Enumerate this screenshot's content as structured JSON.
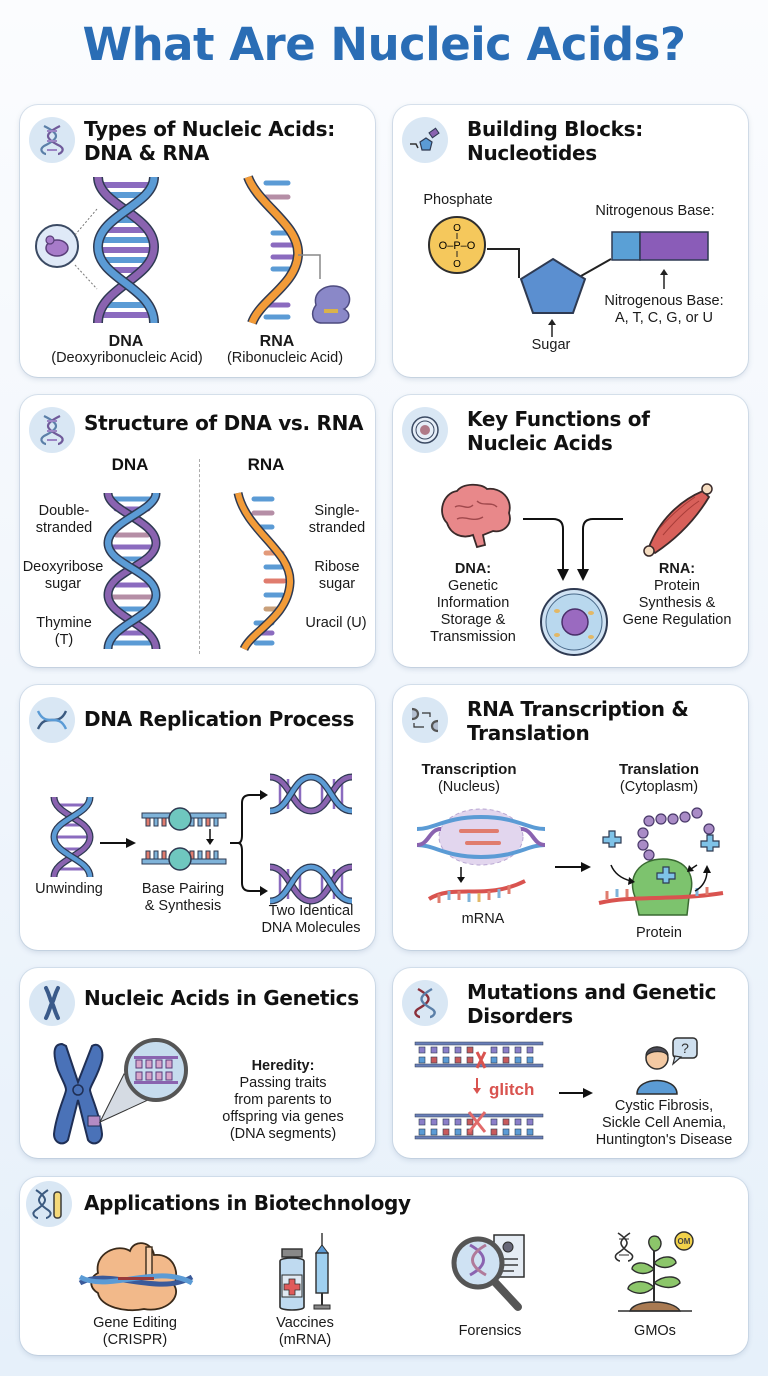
{
  "title": "What Are Nucleic Acids?",
  "colors": {
    "title": "#2a6db5",
    "dna_blue": "#5b9bd5",
    "dna_purple": "#8a63b0",
    "rna_orange": "#f29b38",
    "phosphate_yellow": "#f5c85c",
    "mutation_red": "#d9534f",
    "icon_bg": "#d9e7f4"
  },
  "cards": {
    "types": {
      "title_line1": "Types of Nucleic Acids:",
      "title_line2": "DNA & RNA",
      "icon": "dna-helix-icon",
      "dna_label": "DNA",
      "dna_full": "(Deoxyribonucleic Acid)",
      "rna_label": "RNA",
      "rna_full": "(Ribonucleic Acid)"
    },
    "building_blocks": {
      "title_line1": "Building Blocks:",
      "title_line2": "Nucleotides",
      "icon": "nucleotide-icon",
      "phosphate_label": "Phosphate",
      "phosphate_symbol": "P",
      "phosphate_o": "O",
      "base_label_top": "Nitrogenous Base:",
      "base_label_bottom_1": "Nitrogenous Base:",
      "base_label_bottom_2": "A, T, C, G, or U",
      "sugar_label": "Sugar"
    },
    "structure": {
      "title": "Structure of DNA vs. RNA",
      "icon": "dna-helix-icon",
      "dna_heading": "DNA",
      "rna_heading": "RNA",
      "dna_features": [
        {
          "line1": "Double-",
          "line2": "stranded"
        },
        {
          "line1": "Deoxyribose",
          "line2": "sugar"
        },
        {
          "line1": "Thymine",
          "line2": "(T)"
        }
      ],
      "rna_features": [
        {
          "line1": "Single-",
          "line2": "stranded"
        },
        {
          "line1": "Ribose",
          "line2": "sugar"
        },
        {
          "line1": "Uracil (U)",
          "line2": ""
        }
      ]
    },
    "functions": {
      "title_line1": "Key Functions of",
      "title_line2": "Nucleic Acids",
      "icon": "cell-icon",
      "dna_heading": "DNA:",
      "dna_lines": [
        "Genetic",
        "Information",
        "Storage &",
        "Transmission"
      ],
      "rna_heading": "RNA:",
      "rna_lines": [
        "Protein",
        "Synthesis &",
        "Gene Regulation"
      ]
    },
    "replication": {
      "title": "DNA Replication Process",
      "icon": "dna-helix-icon",
      "step1": "Unwinding",
      "step2_line1": "Base Pairing",
      "step2_line2": "& Synthesis",
      "step3_line1": "Two Identical",
      "step3_line2": "DNA Molecules"
    },
    "transcription": {
      "title_line1": "RNA Transcription &",
      "title_line2": "Translation",
      "icon": "transcription-arrows-icon",
      "left_heading": "Transcription",
      "left_sub": "(Nucleus)",
      "left_caption": "mRNA",
      "right_heading": "Translation",
      "right_sub": "(Cytoplasm)",
      "right_caption": "Protein"
    },
    "genetics": {
      "title": "Nucleic Acids in Genetics",
      "icon": "chromosome-icon",
      "heading": "Heredity:",
      "lines": [
        "Passing traits",
        "from parents to",
        "offspring via genes",
        "(DNA segments)"
      ]
    },
    "mutations": {
      "title_line1": "Mutations and Genetic",
      "title_line2": "Disorders",
      "icon": "dna-mutation-icon",
      "glitch_label": "glitch",
      "question": "?",
      "diseases": [
        "Cystic Fibrosis,",
        "Sickle Cell Anemia,",
        "Huntington's Disease"
      ]
    },
    "applications": {
      "title": "Applications in Biotechnology",
      "icon": "dna-test-tube-icon",
      "items": [
        {
          "icon": "crispr-icon",
          "line1": "Gene Editing",
          "line2": "(CRISPR)"
        },
        {
          "icon": "vaccine-syringe-icon",
          "line1": "Vaccines",
          "line2": "(mRNA)"
        },
        {
          "icon": "forensics-magnifier-icon",
          "line1": "Forensics",
          "line2": ""
        },
        {
          "icon": "gmo-plant-icon",
          "line1": "GMOs",
          "line2": "",
          "badge": "OM"
        }
      ]
    }
  }
}
